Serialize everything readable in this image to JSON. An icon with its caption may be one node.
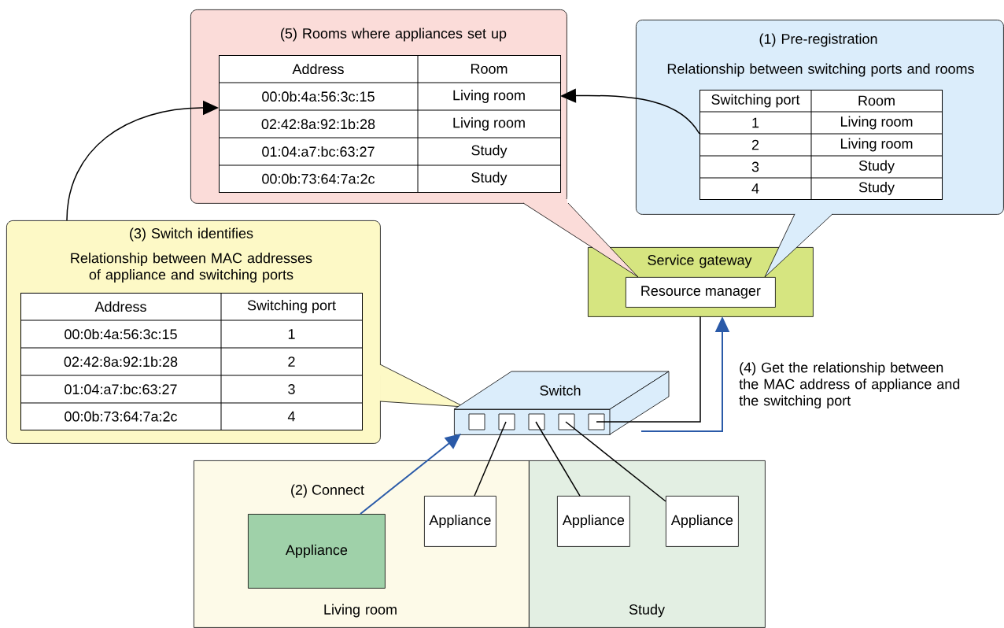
{
  "diagram": {
    "nodes": [
      {
        "text": [
          "(5) Rooms where appliances set up"
        ]
      },
      {
        "text": [],
        "shape": "table",
        "in": 0
      },
      {
        "text": [
          "(1) Pre-registration",
          "Relationship between switching ports and rooms"
        ]
      },
      {
        "text": [],
        "shape": "table",
        "in": 2
      },
      {
        "text": [
          "(3) Switch identifies",
          "Relationship between MAC addresses of appliance and switching ports"
        ]
      },
      {
        "text": [],
        "shape": "table",
        "in": 4
      },
      {
        "text": [
          "Service gateway"
        ]
      },
      {
        "text": [
          "Resource manager"
        ],
        "in": 6
      },
      {
        "text": [
          "Switch"
        ]
      },
      {
        "text": [
          "Living room"
        ]
      },
      {
        "text": [
          "Study"
        ]
      },
      {
        "text": [
          "Appliance"
        ],
        "in": 9
      },
      {
        "text": [
          "Appliance"
        ],
        "in": 9
      },
      {
        "text": [
          "Appliance"
        ],
        "in": 10
      },
      {
        "text": [
          "Appliance"
        ],
        "in": 10
      }
    ],
    "edges": [
      {
        "from": 3,
        "to": 1,
        "arrow": "to"
      },
      {
        "from": 4,
        "to": 1,
        "arrow": "to"
      },
      {
        "from": 11,
        "to": 8,
        "arrow": "to",
        "label": "(2) Connect",
        "color": "#2a5aa8"
      },
      {
        "from": 8,
        "to": 6,
        "arrow": "to",
        "label": "(4) Get the relationship between the MAC address of appliance and the switching port",
        "color": "#2a5aa8"
      },
      {
        "from": 8,
        "to": 6,
        "arrow": "none"
      },
      {
        "from": 12,
        "to": 8,
        "arrow": "none"
      },
      {
        "from": 13,
        "to": 8,
        "arrow": "none"
      },
      {
        "from": 14,
        "to": 8,
        "arrow": "none"
      }
    ],
    "labels": [
      "Address",
      "Room",
      "00:0b:4a:56:3c:15",
      "Living room",
      "02:42:8a:92:1b:28",
      "Living room",
      "01:04:a7:bc:63:27",
      "Study",
      "00:0b:73:64:7a:2c",
      "Study",
      "Switching port",
      "Room",
      "1",
      "Living room",
      "2",
      "Living room",
      "3",
      "Study",
      "4",
      "Study",
      "Address",
      "Switching port",
      "00:0b:4a:56:3c:15",
      "1",
      "02:42:8a:92:1b:28",
      "2",
      "01:04:a7:bc:63:27",
      "3",
      "00:0b:73:64:7a:2c",
      "4"
    ]
  }
}
